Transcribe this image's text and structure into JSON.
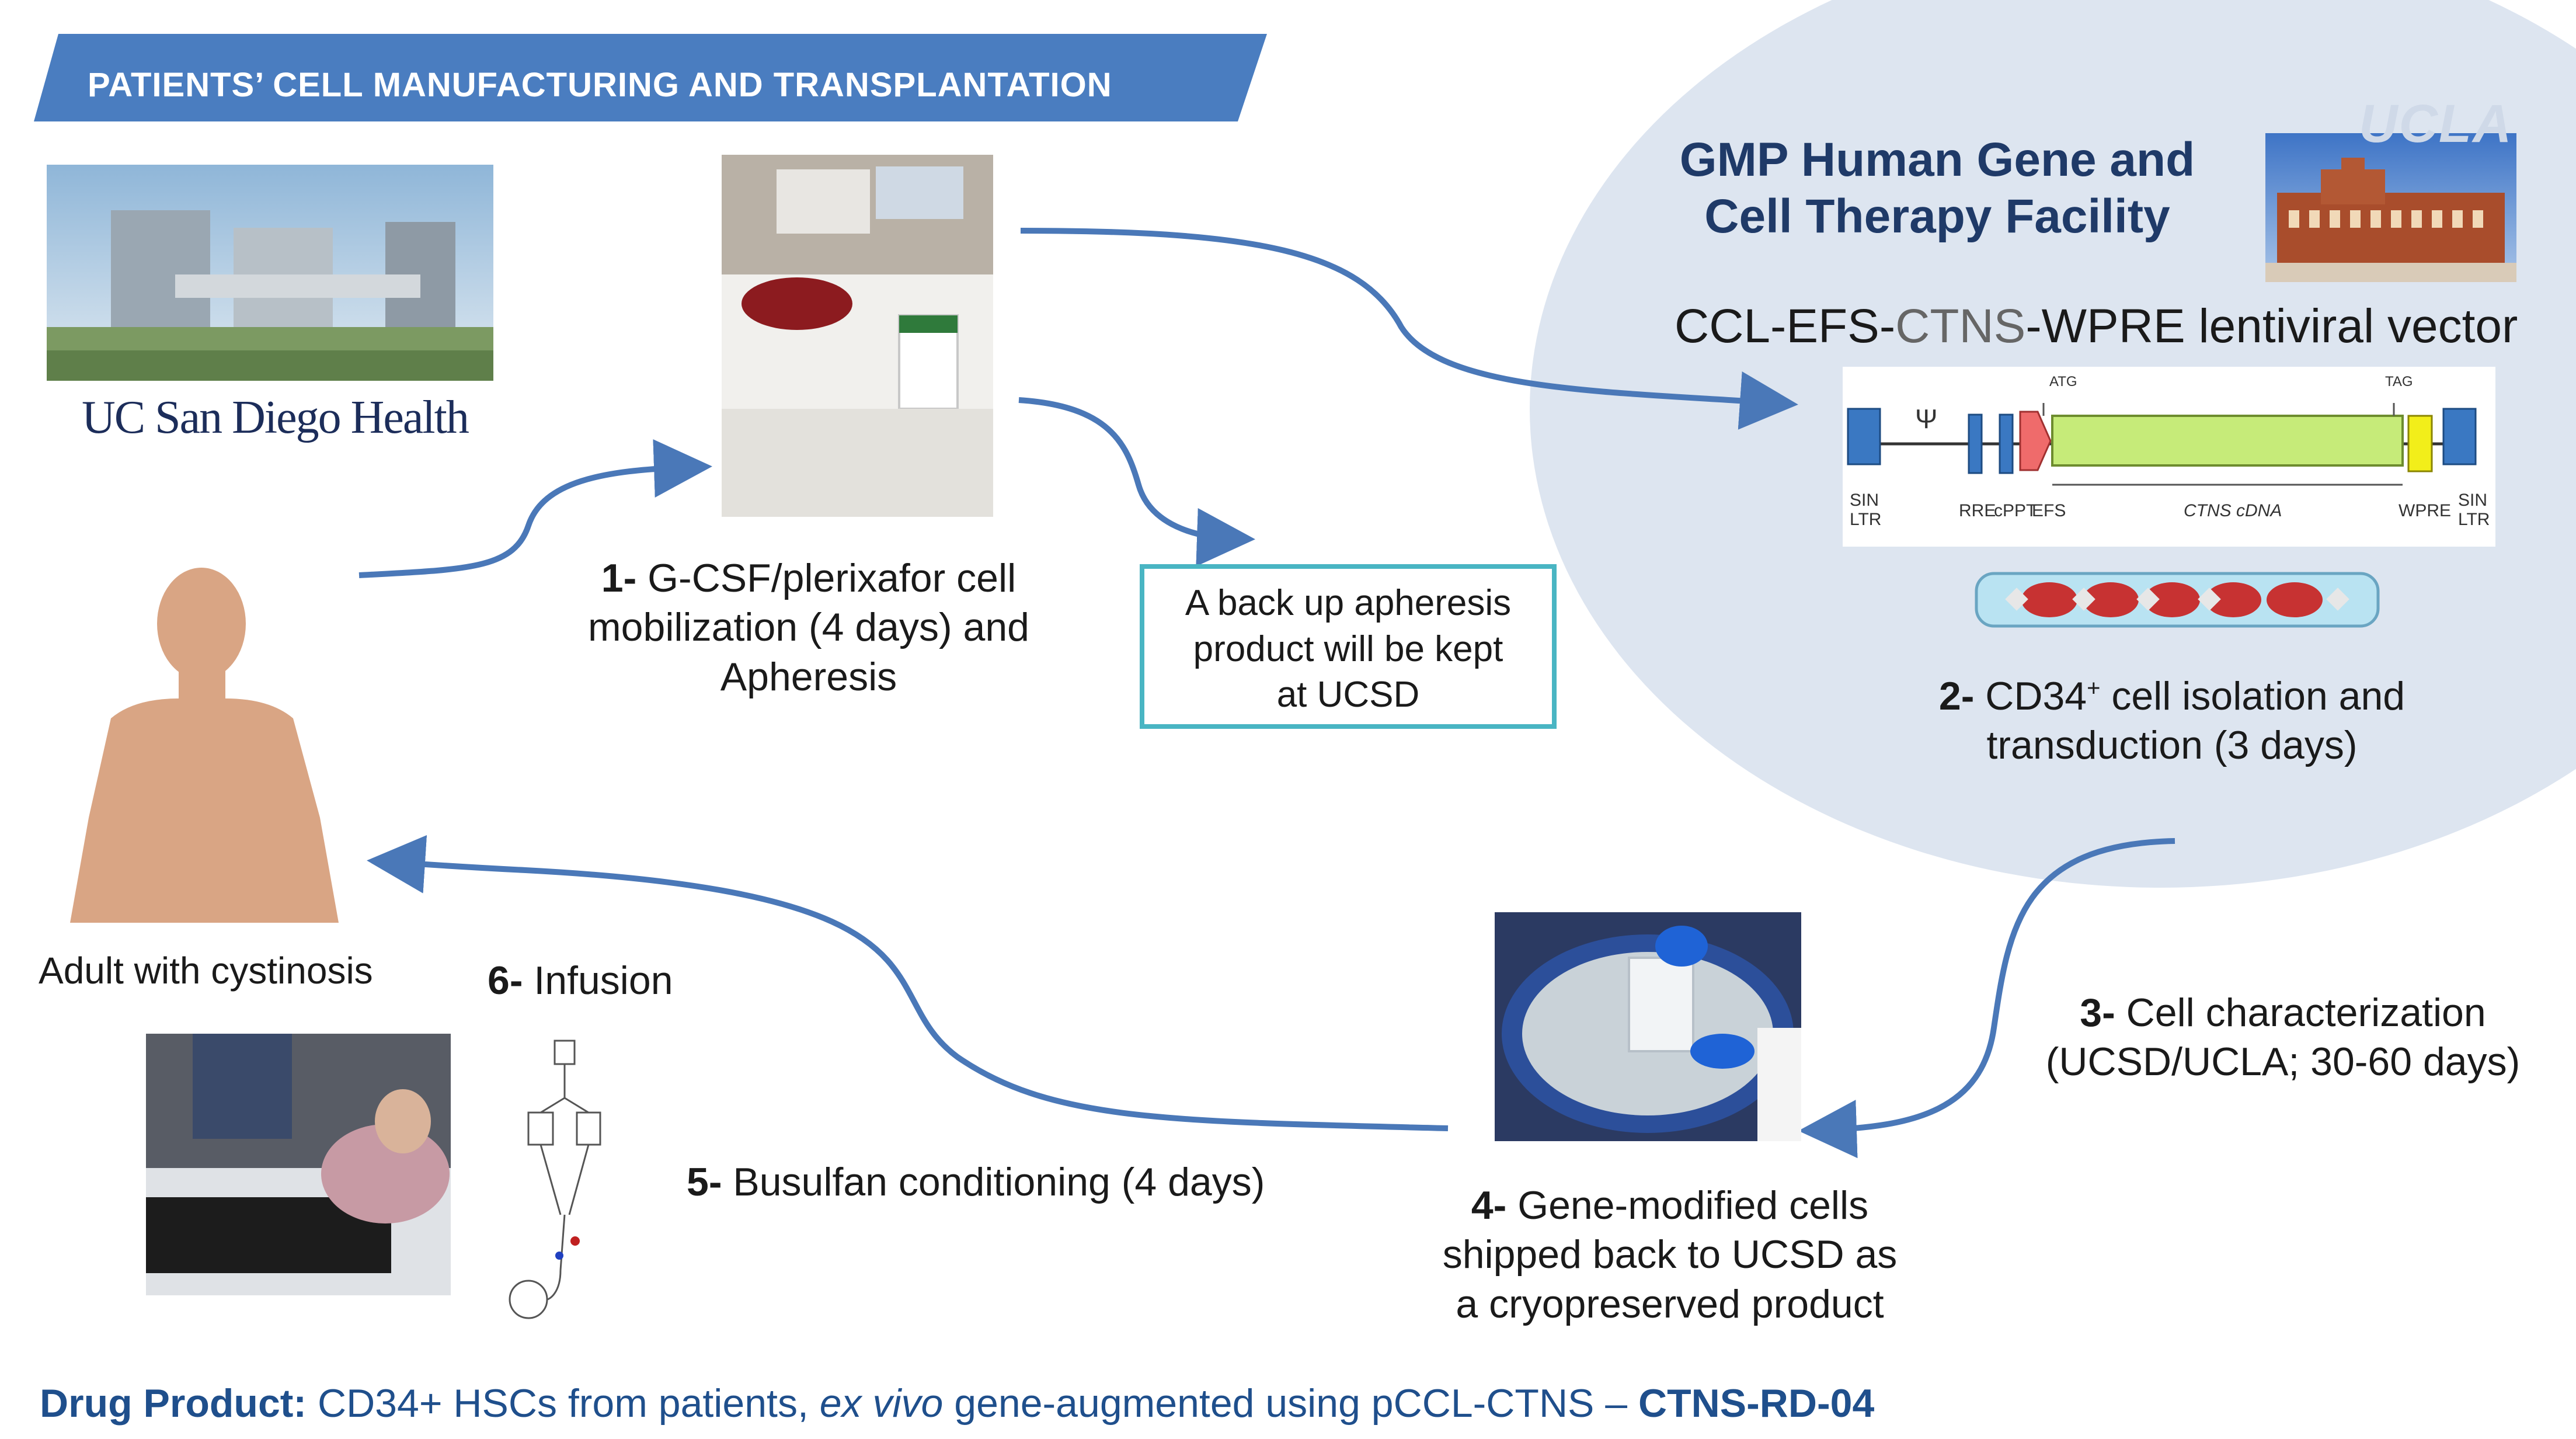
{
  "banner": {
    "title": "PATIENTS’ CELL MANUFACTURING AND TRANSPLANTATION"
  },
  "ucsd": {
    "logo_text": "UC San Diego Health"
  },
  "patient": {
    "label": "Adult with cystinosis"
  },
  "step1": {
    "num": "1-",
    "line1": " G-CSF/plerixafor cell",
    "line2": "mobilization (4 days) and",
    "line3": "Apheresis"
  },
  "backup": {
    "line1": "A back up apheresis",
    "line2": "product will be kept",
    "line3": "at UCSD"
  },
  "facility": {
    "title_line1": "GMP Human Gene and",
    "title_line2": "Cell Therapy Facility",
    "ucla_logo": "UCLA"
  },
  "vector": {
    "title_part1": "CCL-EFS-",
    "title_part2": "CTNS",
    "title_part3": "-WPRE lentiviral vector",
    "map_labels": {
      "sin_ltr_left": "SIN LTR",
      "psi": "Ψ",
      "rre": "RRE",
      "cppt": "cPPT",
      "efs": "EFS",
      "atg": "ATG",
      "cdna": "CTNS cDNA",
      "tag": "TAG",
      "wpre": "WPRE",
      "sin_ltr_right": "SIN LTR"
    }
  },
  "step2": {
    "num": "2-",
    "text_a": " CD34",
    "sup": "+",
    "text_b": " cell isolation and",
    "line2": "transduction (3 days)"
  },
  "step3": {
    "num": "3-",
    "line1": " Cell characterization",
    "line2": "(UCSD/UCLA; 30-60 days)"
  },
  "step4": {
    "num": "4-",
    "line1": " Gene-modified cells",
    "line2": "shipped back to UCSD as",
    "line3": "a cryopreserved product"
  },
  "step5": {
    "num": "5-",
    "text": " Busulfan conditioning (4 days)"
  },
  "step6": {
    "num": "6-",
    "text": " Infusion"
  },
  "footer": {
    "label": "Drug Product:",
    "text1": " CD34+ HSCs from patients, ",
    "italic": "ex vivo",
    "text2": " gene-augmented using pCCL-CTNS – ",
    "code": "CTNS-RD-04"
  },
  "colors": {
    "banner": "#4a7dc0",
    "circle": "#dde5f0",
    "arrow": "#4a78b8",
    "backup_border": "#49b5c3",
    "silhouette": "#d9a584",
    "cdna": "#c6eb79",
    "wpre": "#f2ee1a",
    "efs": "#ef6b6b",
    "ltr": "#3a78c2",
    "footer": "#1f4f8c"
  }
}
